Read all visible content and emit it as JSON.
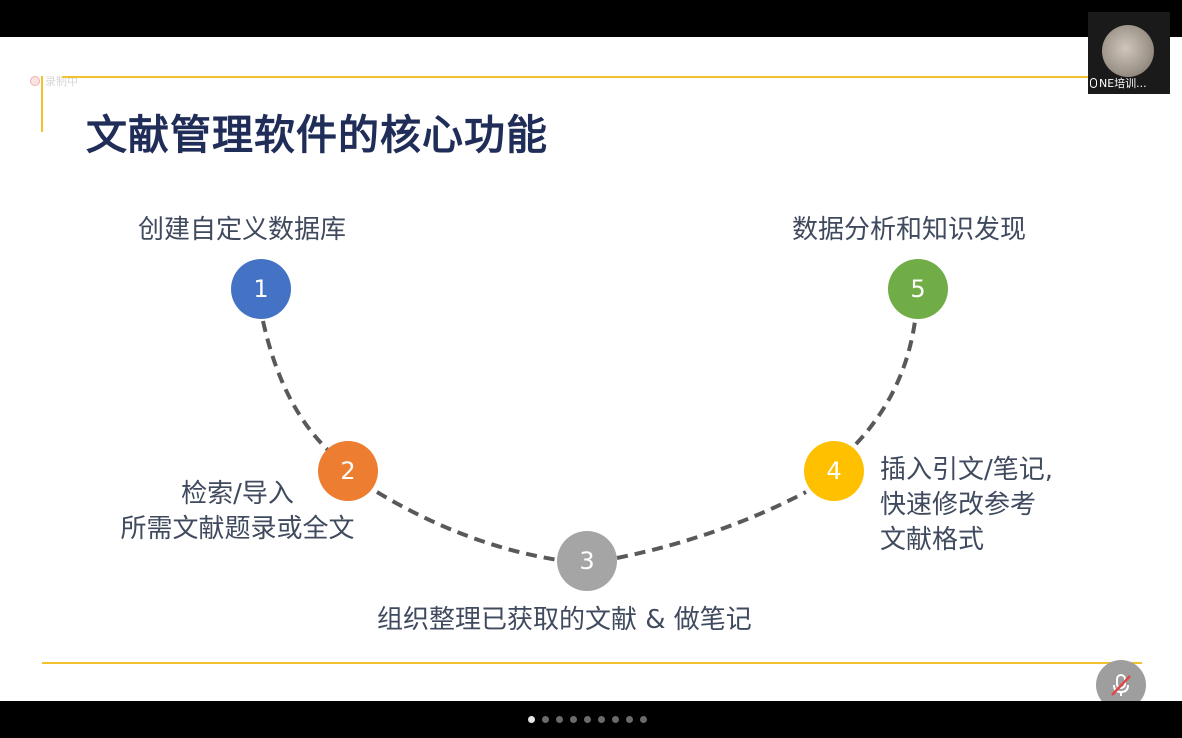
{
  "recording": {
    "label": "录制中"
  },
  "slide": {
    "title": "文献管理软件的核心功能",
    "steps": [
      {
        "number": "1",
        "color": "#4472c4",
        "lines": [
          "创建自定义数据库"
        ]
      },
      {
        "number": "2",
        "color": "#ed7d31",
        "lines": [
          "检索/导入",
          "所需文献题录或全文"
        ]
      },
      {
        "number": "3",
        "color": "#a5a5a5",
        "lines": [
          "组织整理已获取的文献 & 做笔记"
        ]
      },
      {
        "number": "4",
        "color": "#ffc000",
        "lines": [
          "插入引文/笔记,",
          "快速修改参考",
          "文献格式"
        ]
      },
      {
        "number": "5",
        "color": "#70ad47",
        "lines": [
          "数据分析和知识发现"
        ]
      }
    ],
    "accent_color": "#f2c12e",
    "title_color": "#1f2d58"
  },
  "participant": {
    "name": "NE培训...",
    "mic_icon": "microphone-icon"
  },
  "controls": {
    "mic_button_icon": "microphone-muted-icon"
  },
  "pagination": {
    "count": 9,
    "active_index": 0
  }
}
